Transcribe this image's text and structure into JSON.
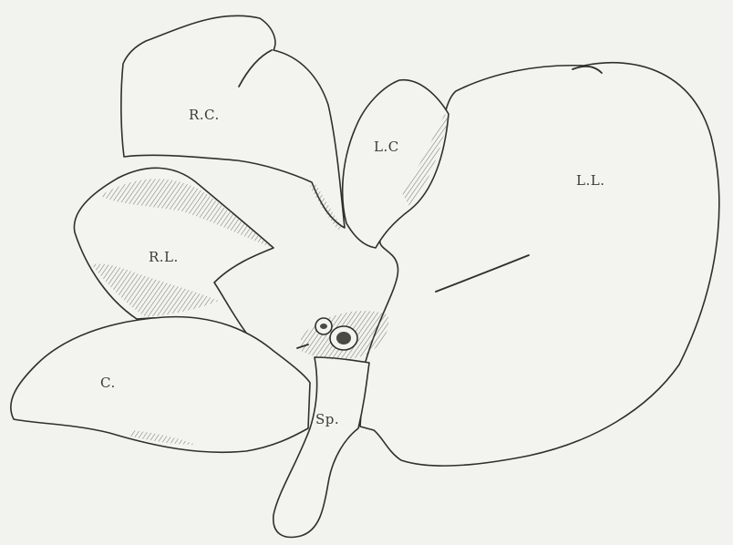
{
  "colors": {
    "paper": "#f2f2ee",
    "ink": "#2f2f2b"
  },
  "labels": {
    "right_central": "R.C.",
    "left_central": "L.C",
    "left_lateral": "L.L.",
    "right_lateral": "R.L.",
    "caudate": "C.",
    "spigelian": "Sp."
  }
}
